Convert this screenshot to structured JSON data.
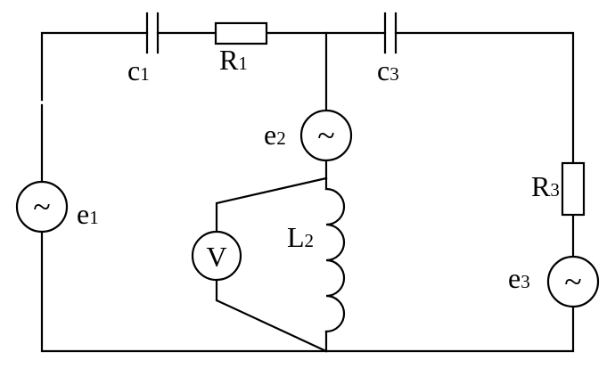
{
  "components": {
    "c1": {
      "type": "capacitor",
      "letter": "c",
      "sub": "1"
    },
    "r1": {
      "type": "resistor",
      "letter": "R",
      "sub": "1"
    },
    "c3": {
      "type": "capacitor",
      "letter": "c",
      "sub": "3"
    },
    "e1": {
      "type": "ac-source",
      "letter": "e",
      "sub": "1",
      "symbol": "~"
    },
    "e2": {
      "type": "ac-source",
      "letter": "e",
      "sub": "2",
      "symbol": "~"
    },
    "e3": {
      "type": "ac-source",
      "letter": "e",
      "sub": "3",
      "symbol": "~"
    },
    "r3": {
      "type": "resistor",
      "letter": "R",
      "sub": "3"
    },
    "l2": {
      "type": "inductor",
      "letter": "L",
      "sub": "2"
    },
    "voltmeter": {
      "type": "voltmeter",
      "symbol": "V"
    }
  }
}
